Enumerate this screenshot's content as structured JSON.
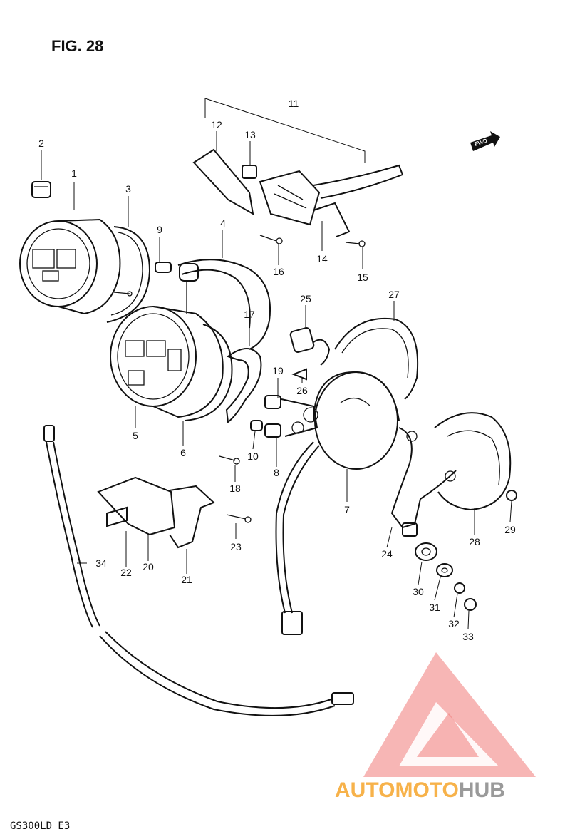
{
  "figure_title": "FIG. 28",
  "model_code": "GS300LD E3",
  "fwd_label": "FWD",
  "watermark": {
    "text_a": "AUTOMOTO",
    "text_b": "HUB",
    "color_a": "#f7b24a",
    "color_b": "#9a9a9a",
    "logo_color": "#f07a78"
  },
  "part_labels": [
    {
      "id": "1",
      "text": "1"
    },
    {
      "id": "2",
      "text": "2"
    },
    {
      "id": "3",
      "text": "3"
    },
    {
      "id": "4",
      "text": "4"
    },
    {
      "id": "5",
      "text": "5"
    },
    {
      "id": "6",
      "text": "6"
    },
    {
      "id": "7",
      "text": "7"
    },
    {
      "id": "8",
      "text": "8"
    },
    {
      "id": "9",
      "text": "9"
    },
    {
      "id": "10",
      "text": "10"
    },
    {
      "id": "11",
      "text": "11"
    },
    {
      "id": "12",
      "text": "12"
    },
    {
      "id": "13",
      "text": "13"
    },
    {
      "id": "14",
      "text": "14"
    },
    {
      "id": "15",
      "text": "15"
    },
    {
      "id": "16",
      "text": "16"
    },
    {
      "id": "17",
      "text": "17"
    },
    {
      "id": "18",
      "text": "18"
    },
    {
      "id": "19",
      "text": "19"
    },
    {
      "id": "20",
      "text": "20"
    },
    {
      "id": "21",
      "text": "21"
    },
    {
      "id": "22",
      "text": "22"
    },
    {
      "id": "23",
      "text": "23"
    },
    {
      "id": "24",
      "text": "24"
    },
    {
      "id": "25",
      "text": "25"
    },
    {
      "id": "26",
      "text": "26"
    },
    {
      "id": "27",
      "text": "27"
    },
    {
      "id": "28",
      "text": "28"
    },
    {
      "id": "29",
      "text": "29"
    },
    {
      "id": "30",
      "text": "30"
    },
    {
      "id": "31",
      "text": "31"
    },
    {
      "id": "32",
      "text": "32"
    },
    {
      "id": "33",
      "text": "33"
    },
    {
      "id": "34",
      "text": "34"
    }
  ]
}
